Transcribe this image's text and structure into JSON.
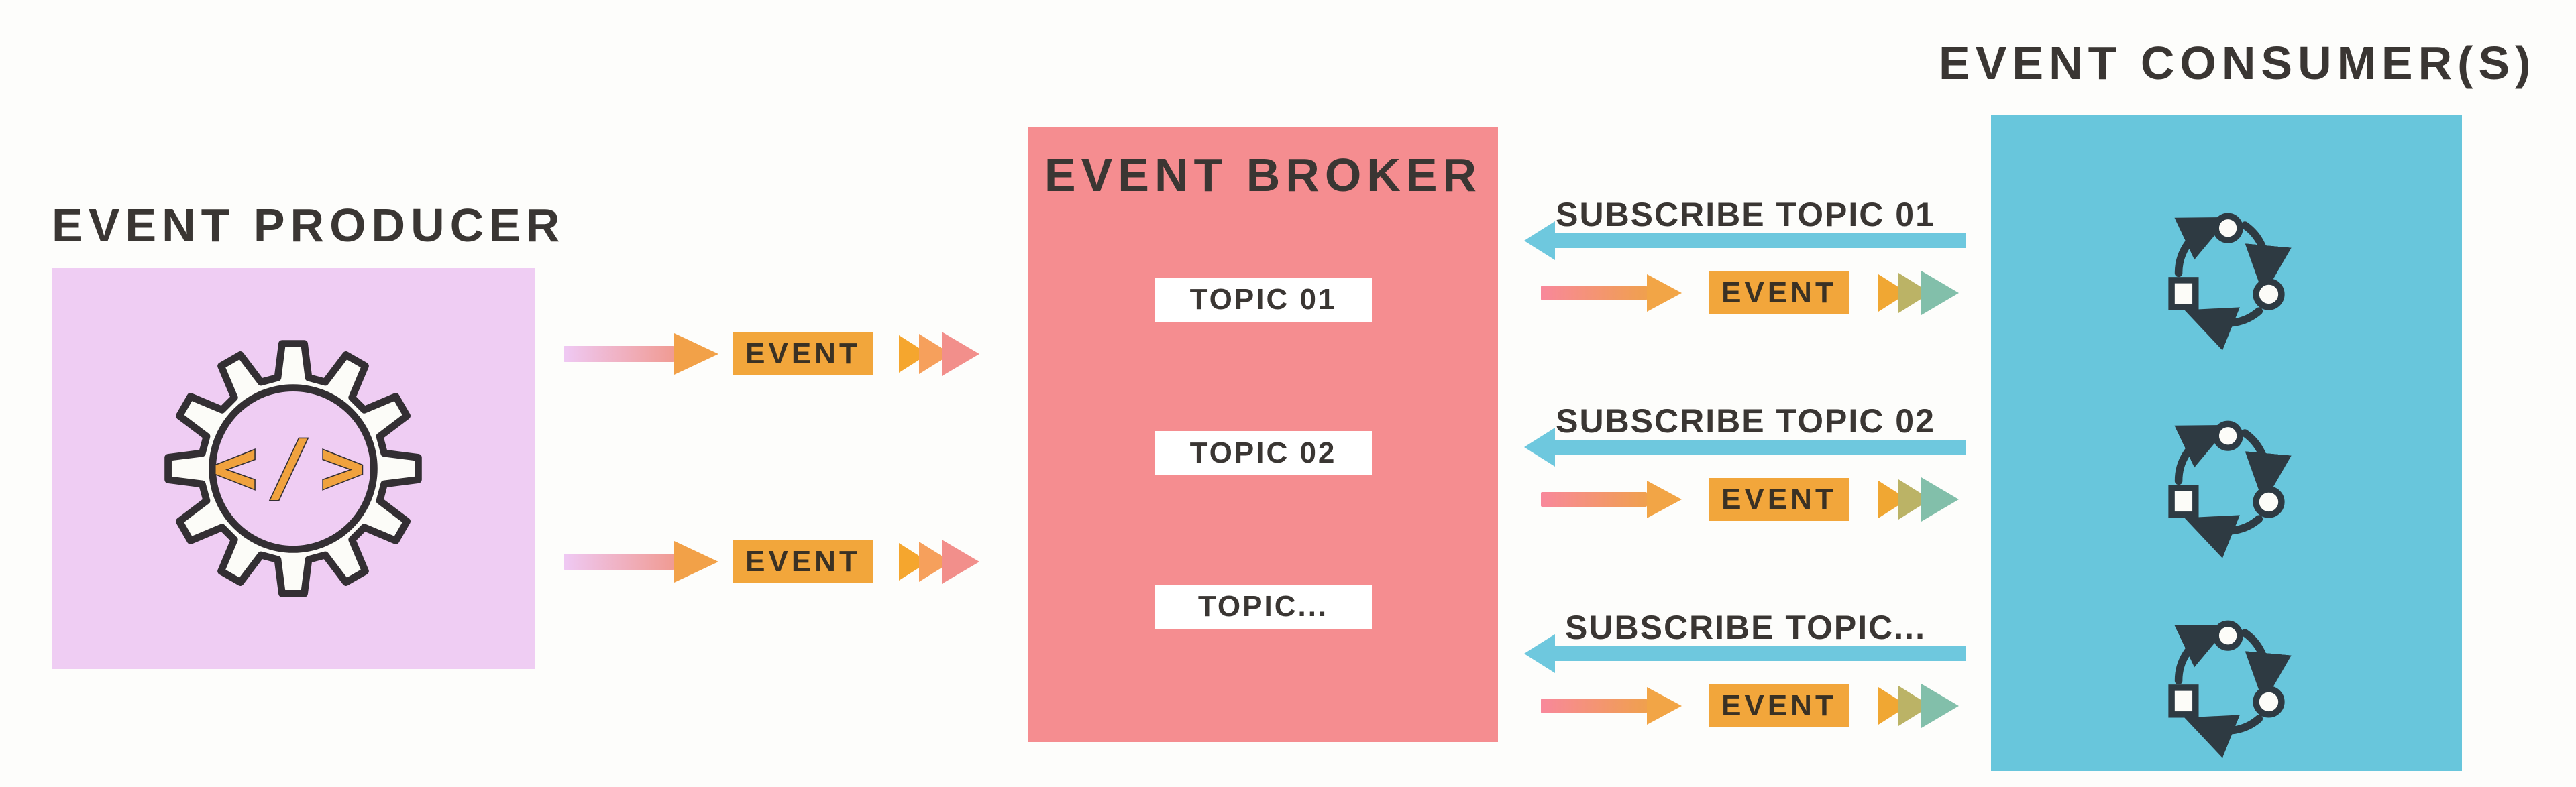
{
  "producer": {
    "title": "EVENT PRODUCER",
    "icon": "gear-code-icon",
    "code_glyph": "</>"
  },
  "broker": {
    "title": "EVENT BROKER",
    "topics": [
      "TOPIC 01",
      "TOPIC 02",
      "TOPIC..."
    ]
  },
  "consumer": {
    "title": "EVENT CONSUMER(S)",
    "icon": "cycle-icon",
    "icon_count": 3
  },
  "produce_flows": [
    {
      "label": "EVENT",
      "arrow": "gradient-right-arrow-icon",
      "trail": "chevron-triple-icon"
    },
    {
      "label": "EVENT",
      "arrow": "gradient-right-arrow-icon",
      "trail": "chevron-triple-icon"
    }
  ],
  "subscribe_flows": [
    {
      "subscribe_label": "SUBSCRIBE TOPIC 01",
      "subscribe_arrow": "left-arrow-icon",
      "event_label": "EVENT"
    },
    {
      "subscribe_label": "SUBSCRIBE TOPIC 02",
      "subscribe_arrow": "left-arrow-icon",
      "event_label": "EVENT"
    },
    {
      "subscribe_label": "SUBSCRIBE TOPIC...",
      "subscribe_arrow": "left-arrow-icon",
      "event_label": "EVENT"
    }
  ],
  "colors": {
    "vars": {
      "canvas-bg": "#FDFDFB",
      "producer-box": "#EFCDF3",
      "broker-box": "#F58D90",
      "consumer-box": "#68C6DC",
      "topic-bg": "#FFFFFF",
      "badge-bg": "#F2A63B",
      "badge-text": "#3A3124",
      "blue-arrow": "#6EC8DE",
      "title-text": "#3A3633",
      "icon-stroke": "#2E3A42",
      "gear-stroke": "#332F33",
      "code-orange": "#F0A23E"
    },
    "left_flow": {
      "gradient": [
        "#EFC9F4",
        "#F09B93"
      ],
      "head": "#F2A148",
      "chevrons": [
        "#F5A62E",
        "#F6A05C",
        "#F28F8B"
      ]
    },
    "right_flow": {
      "gradient": [
        "#F8889B",
        "#F0A04E"
      ],
      "head": "#F2A546",
      "chevrons": [
        "#F0A733",
        "#BBB366",
        "#82BFAA"
      ]
    }
  }
}
